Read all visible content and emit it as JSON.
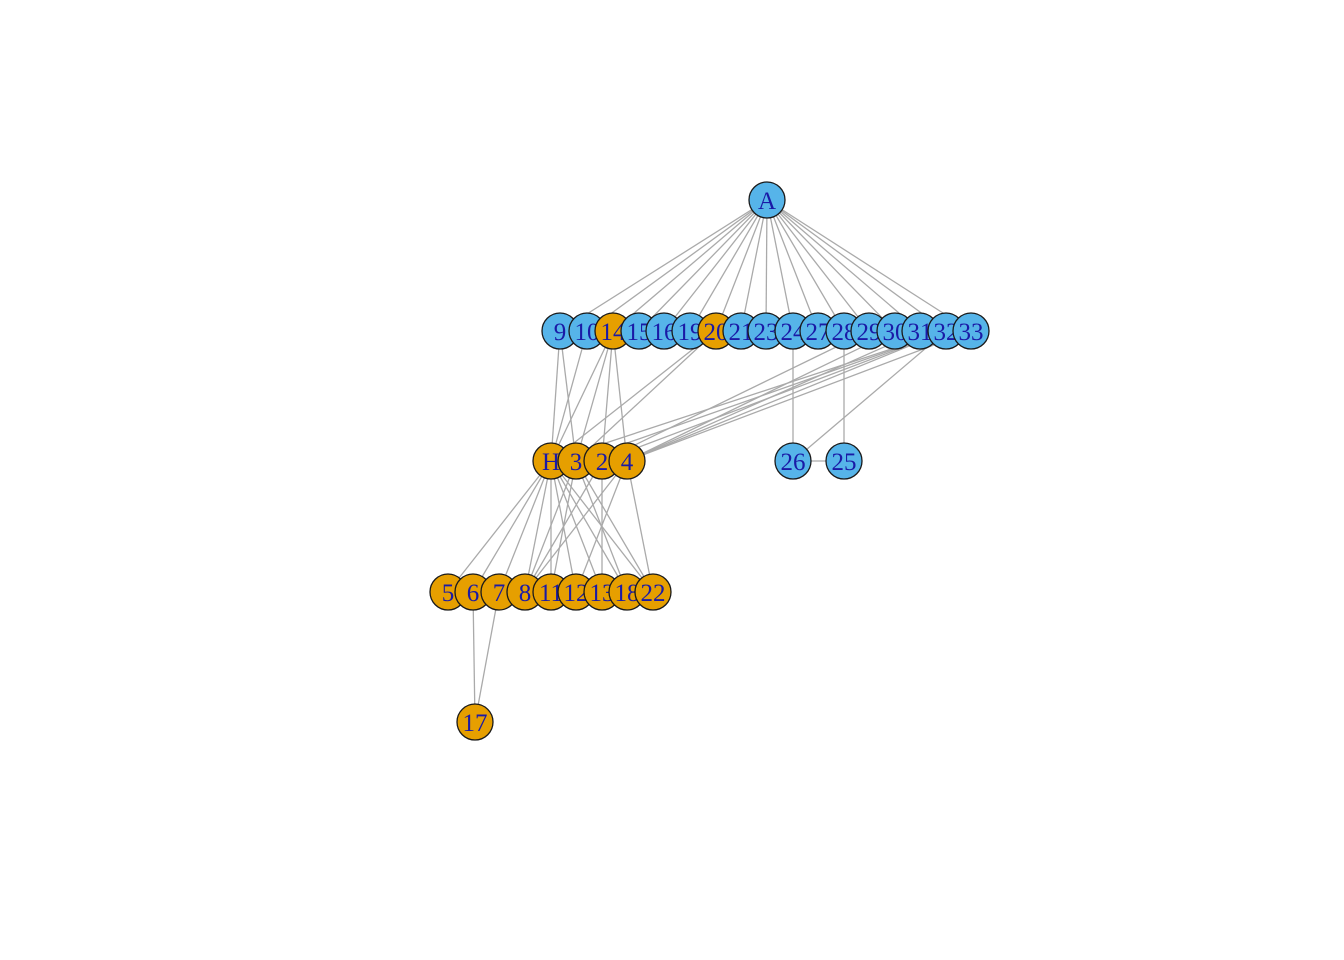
{
  "colors": {
    "group_a": "#56B4E9",
    "group_h": "#E69F00",
    "edge": "#aaaaaa",
    "label": "#1a1aa6"
  },
  "nodes": [
    {
      "id": "A",
      "label": "A",
      "group": "a"
    },
    {
      "id": "9",
      "label": "9",
      "group": "a"
    },
    {
      "id": "10",
      "label": "10",
      "group": "a"
    },
    {
      "id": "14",
      "label": "14",
      "group": "h"
    },
    {
      "id": "15",
      "label": "15",
      "group": "a"
    },
    {
      "id": "16",
      "label": "16",
      "group": "a"
    },
    {
      "id": "19",
      "label": "19",
      "group": "a"
    },
    {
      "id": "20",
      "label": "20",
      "group": "h"
    },
    {
      "id": "21",
      "label": "21",
      "group": "a"
    },
    {
      "id": "23",
      "label": "23",
      "group": "a"
    },
    {
      "id": "24",
      "label": "24",
      "group": "a"
    },
    {
      "id": "27",
      "label": "27",
      "group": "a"
    },
    {
      "id": "28",
      "label": "28",
      "group": "a"
    },
    {
      "id": "29",
      "label": "29",
      "group": "a"
    },
    {
      "id": "30",
      "label": "30",
      "group": "a"
    },
    {
      "id": "31",
      "label": "31",
      "group": "a"
    },
    {
      "id": "32",
      "label": "32",
      "group": "a"
    },
    {
      "id": "33",
      "label": "33",
      "group": "a"
    },
    {
      "id": "H",
      "label": "H",
      "group": "h"
    },
    {
      "id": "3",
      "label": "3",
      "group": "h"
    },
    {
      "id": "2",
      "label": "2",
      "group": "h"
    },
    {
      "id": "4",
      "label": "4",
      "group": "h"
    },
    {
      "id": "26",
      "label": "26",
      "group": "a"
    },
    {
      "id": "25",
      "label": "25",
      "group": "a"
    },
    {
      "id": "5",
      "label": "5",
      "group": "h"
    },
    {
      "id": "6",
      "label": "6",
      "group": "h"
    },
    {
      "id": "7",
      "label": "7",
      "group": "h"
    },
    {
      "id": "8",
      "label": "8",
      "group": "h"
    },
    {
      "id": "11",
      "label": "11",
      "group": "h"
    },
    {
      "id": "12",
      "label": "12",
      "group": "h"
    },
    {
      "id": "13",
      "label": "13",
      "group": "h"
    },
    {
      "id": "18",
      "label": "18",
      "group": "h"
    },
    {
      "id": "22",
      "label": "22",
      "group": "h"
    },
    {
      "id": "17",
      "label": "17",
      "group": "h"
    }
  ],
  "edges": [
    [
      "A",
      "9"
    ],
    [
      "A",
      "10"
    ],
    [
      "A",
      "14"
    ],
    [
      "A",
      "15"
    ],
    [
      "A",
      "16"
    ],
    [
      "A",
      "19"
    ],
    [
      "A",
      "20"
    ],
    [
      "A",
      "21"
    ],
    [
      "A",
      "23"
    ],
    [
      "A",
      "24"
    ],
    [
      "A",
      "27"
    ],
    [
      "A",
      "28"
    ],
    [
      "A",
      "29"
    ],
    [
      "A",
      "30"
    ],
    [
      "A",
      "31"
    ],
    [
      "A",
      "32"
    ],
    [
      "A",
      "33"
    ],
    [
      "9",
      "H"
    ],
    [
      "9",
      "3"
    ],
    [
      "10",
      "H"
    ],
    [
      "14",
      "H"
    ],
    [
      "14",
      "3"
    ],
    [
      "14",
      "2"
    ],
    [
      "14",
      "4"
    ],
    [
      "20",
      "H"
    ],
    [
      "20",
      "3"
    ],
    [
      "32",
      "H"
    ],
    [
      "32",
      "3"
    ],
    [
      "32",
      "2"
    ],
    [
      "32",
      "4"
    ],
    [
      "31",
      "4"
    ],
    [
      "30",
      "4"
    ],
    [
      "33",
      "4"
    ],
    [
      "29",
      "2"
    ],
    [
      "24",
      "26"
    ],
    [
      "28",
      "25"
    ],
    [
      "32",
      "26"
    ],
    [
      "26",
      "25"
    ],
    [
      "H",
      "5"
    ],
    [
      "H",
      "6"
    ],
    [
      "H",
      "7"
    ],
    [
      "H",
      "8"
    ],
    [
      "H",
      "11"
    ],
    [
      "H",
      "12"
    ],
    [
      "H",
      "13"
    ],
    [
      "H",
      "18"
    ],
    [
      "H",
      "22"
    ],
    [
      "3",
      "8"
    ],
    [
      "3",
      "11"
    ],
    [
      "3",
      "18"
    ],
    [
      "3",
      "22"
    ],
    [
      "2",
      "8"
    ],
    [
      "2",
      "13"
    ],
    [
      "4",
      "8"
    ],
    [
      "4",
      "12"
    ],
    [
      "4",
      "22"
    ],
    [
      "6",
      "17"
    ],
    [
      "7",
      "17"
    ]
  ]
}
